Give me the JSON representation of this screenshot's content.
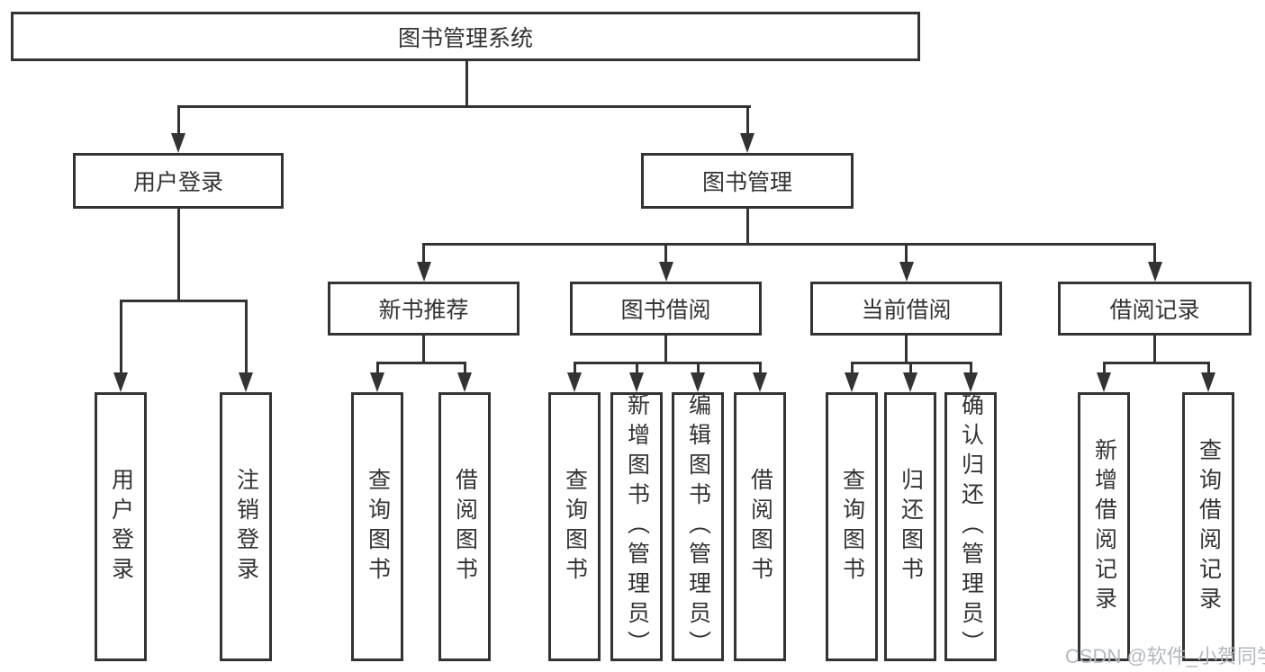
{
  "title": {
    "label": "图书管理系统"
  },
  "level2": {
    "user_login": "用户登录",
    "book_mgmt": "图书管理"
  },
  "level3": {
    "new_books": "新书推荐",
    "borrowing": "图书借阅",
    "current": "当前借阅",
    "records": "借阅记录"
  },
  "leaves": {
    "user_login_1": "用户登录",
    "user_login_2": "注销登录",
    "new_books_1": "查询图书",
    "new_books_2": "借阅图书",
    "borrowing_1": "查询图书",
    "borrowing_2": "新增图书（管理员）",
    "borrowing_3": "编辑图书（管理员）",
    "borrowing_4": "借阅图书",
    "current_1": "查询图书",
    "current_2": "归还图书",
    "current_3": "确认归还（管理员）",
    "records_1": "新增借阅记录",
    "records_2": "查询借阅记录"
  },
  "watermark": {
    "text": "CSDN @软件_小贺同学"
  },
  "colors": {
    "line": "#333333",
    "text": "#333333",
    "background": "#ffffff",
    "watermark": "#b4b8bf"
  }
}
